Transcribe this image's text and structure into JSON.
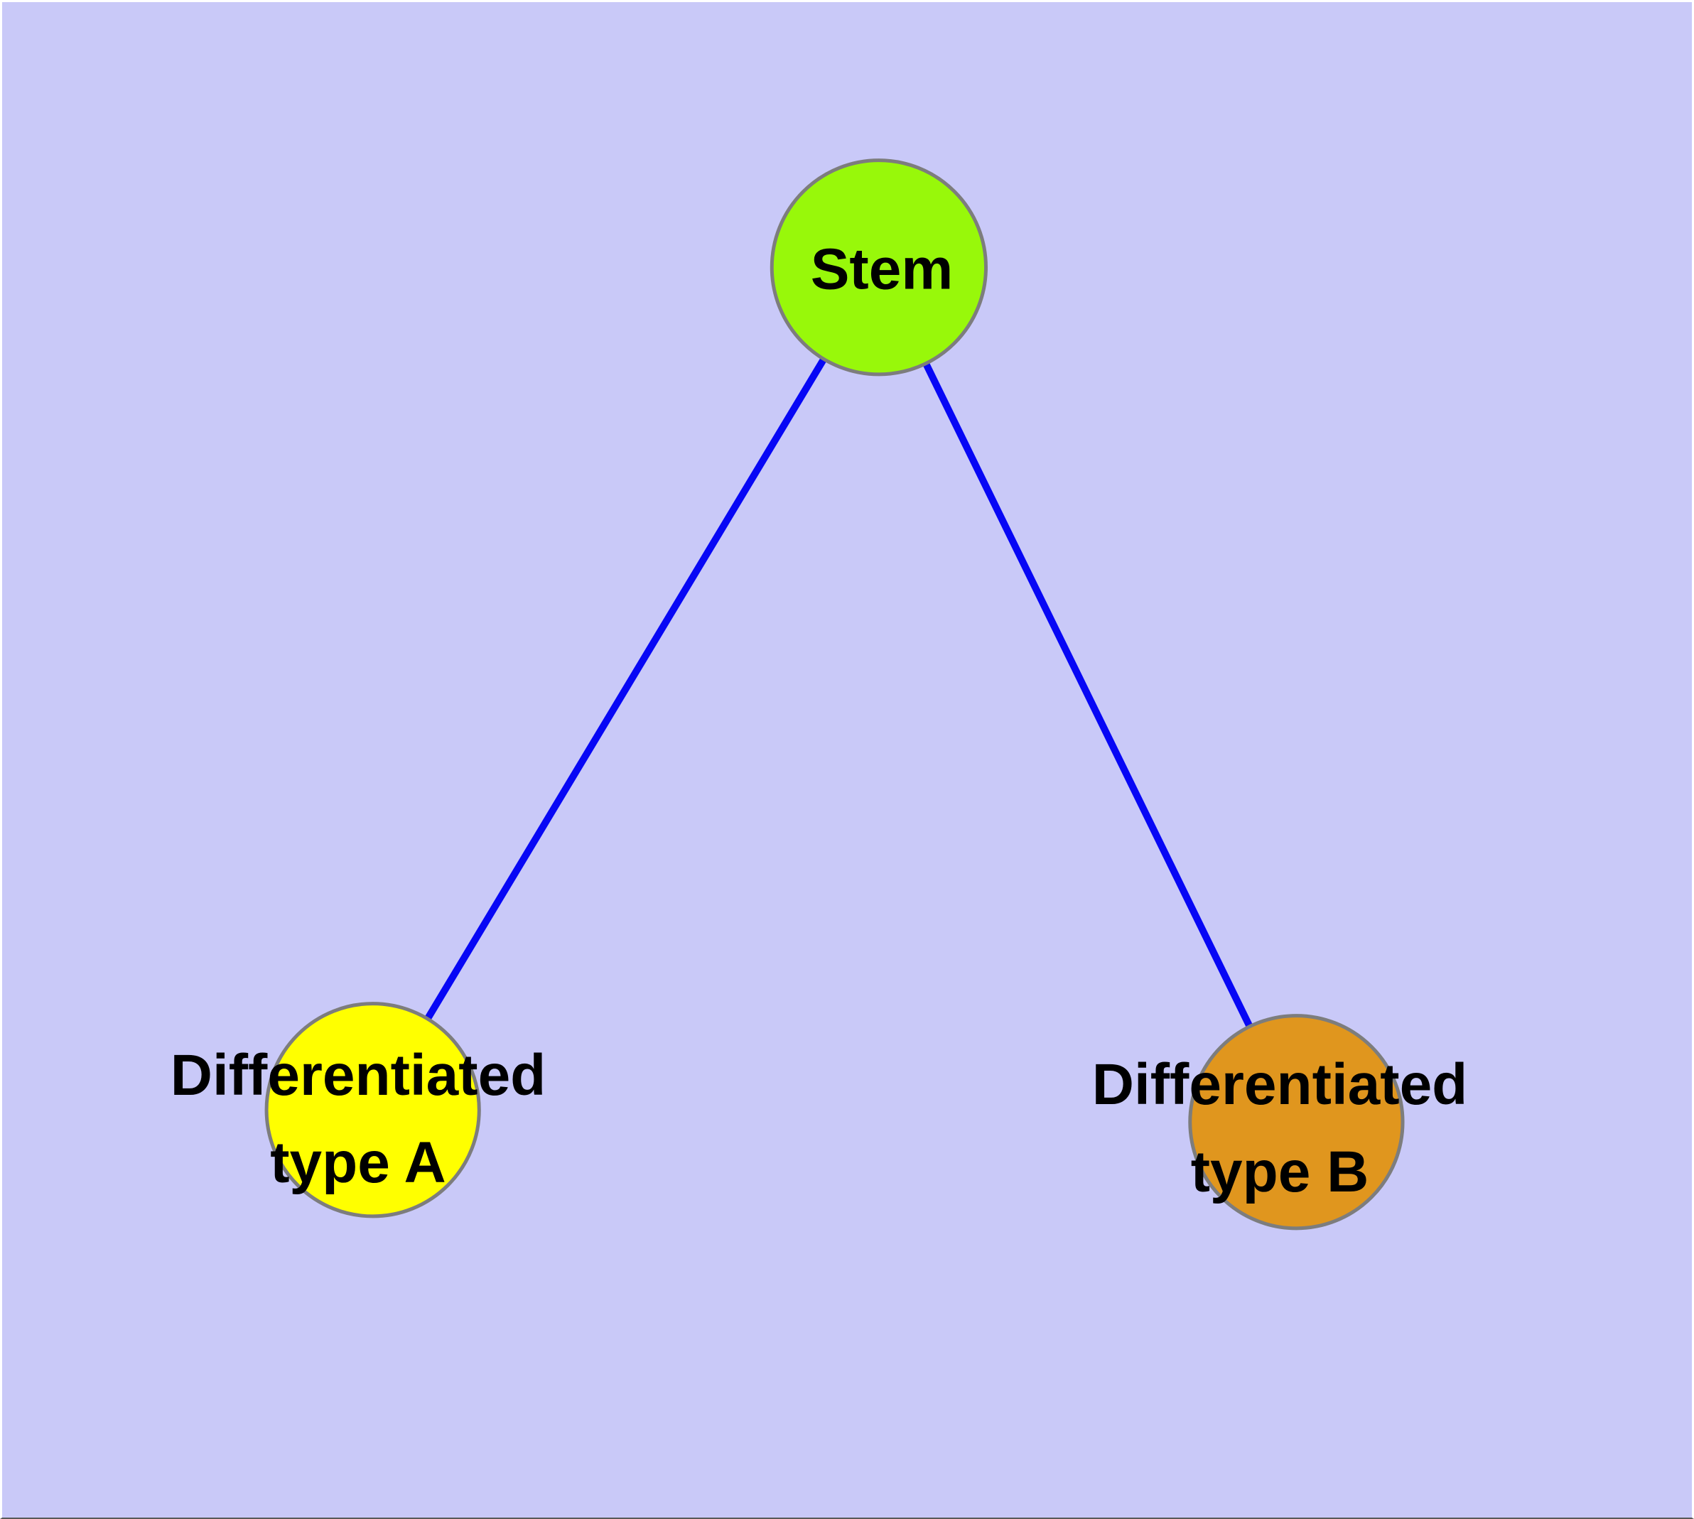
{
  "diagram": {
    "background_color": "#C9C9F8",
    "edge_color": "#0707F5",
    "node_border_color": "#7D7D7D",
    "label_color": "#000000",
    "nodes": [
      {
        "id": "stem",
        "lines": [
          "Stem"
        ],
        "fill_color": "#98F80A"
      },
      {
        "id": "differentiated-type-a",
        "lines": [
          "Differentiated",
          "type A"
        ],
        "fill_color": "#FFFF00"
      },
      {
        "id": "differentiated-type-b",
        "lines": [
          "Differentiated",
          "type B"
        ],
        "fill_color": "#E0961E"
      }
    ],
    "edges": [
      {
        "from": "Stem",
        "to": "Differentiated type A"
      },
      {
        "from": "Stem",
        "to": "Differentiated type B"
      }
    ]
  }
}
